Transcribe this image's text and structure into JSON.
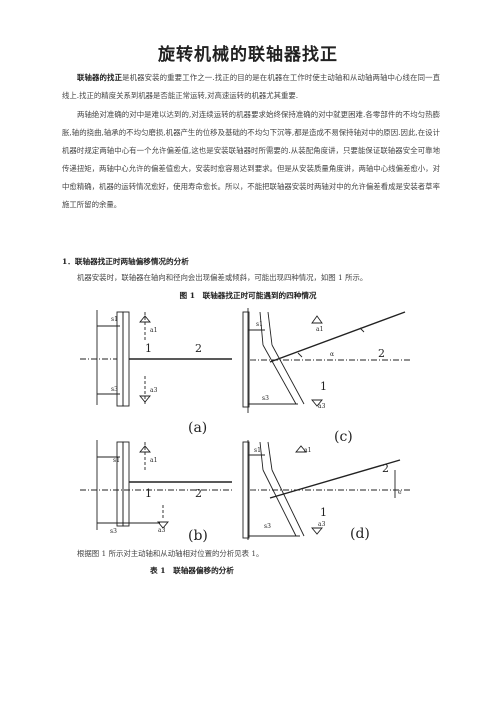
{
  "title": "旋转机械的联轴器找正",
  "intro": {
    "lead": "联轴器的找正",
    "text": "是机器安装的重要工作之一.找正的目的是在机器在工作时使主动轴和从动轴两轴中心线在同一直线上.找正的精度关系到机器是否能正常运转,对高速运转的机器尤其重要."
  },
  "para2": "两轴绝对准确的对中是难以达到的,对连续运转的机器要求始终保持准确的对中就更困难.各零部件的不均匀热膨胀,轴的挠曲,轴承的不均匀磨损,机器产生的位移及基础的不均匀下沉等,都是造成不易保持轴对中的原因.因此,在设计机器时规定两轴中心有一个允许偏差值,这也是安装联轴器时所需要的.从装配角度讲，只要能保证联轴器安全可靠地传递扭矩，两轴中心允许的偏差值愈大，安装时愈容易达到要求。但是从安装质量角度讲，两轴中心线偏差愈小，对中愈精确，机器的运转情况愈好，使用寿命愈长。所以，不能把联轴器安装时两轴对中的允许偏差看成是安装者草率施工所留的余量。",
  "section1": "1．联轴器找正时两轴偏移情况的分析",
  "section1_text": "机器安装时，联轴器在轴向和径向会出现偏差或倾斜，可能出现四种情况，如图 1 所示。",
  "figure_caption": "图 1　联轴器找正时可能遇到的四种情况",
  "figure": {
    "labels": {
      "a": "(a)",
      "b": "(b)",
      "c": "(c)",
      "d": "(d)",
      "n1": "1",
      "n2": "2",
      "s1": "s1",
      "s3": "s3",
      "a1": "a1",
      "a3": "a3",
      "alpha": "α",
      "e": "e"
    }
  },
  "after_figure": "根据图 1 所示对主动轴和从动轴相对位置的分析见表 1。",
  "table_caption": "表 1　联轴器偏移的分析"
}
